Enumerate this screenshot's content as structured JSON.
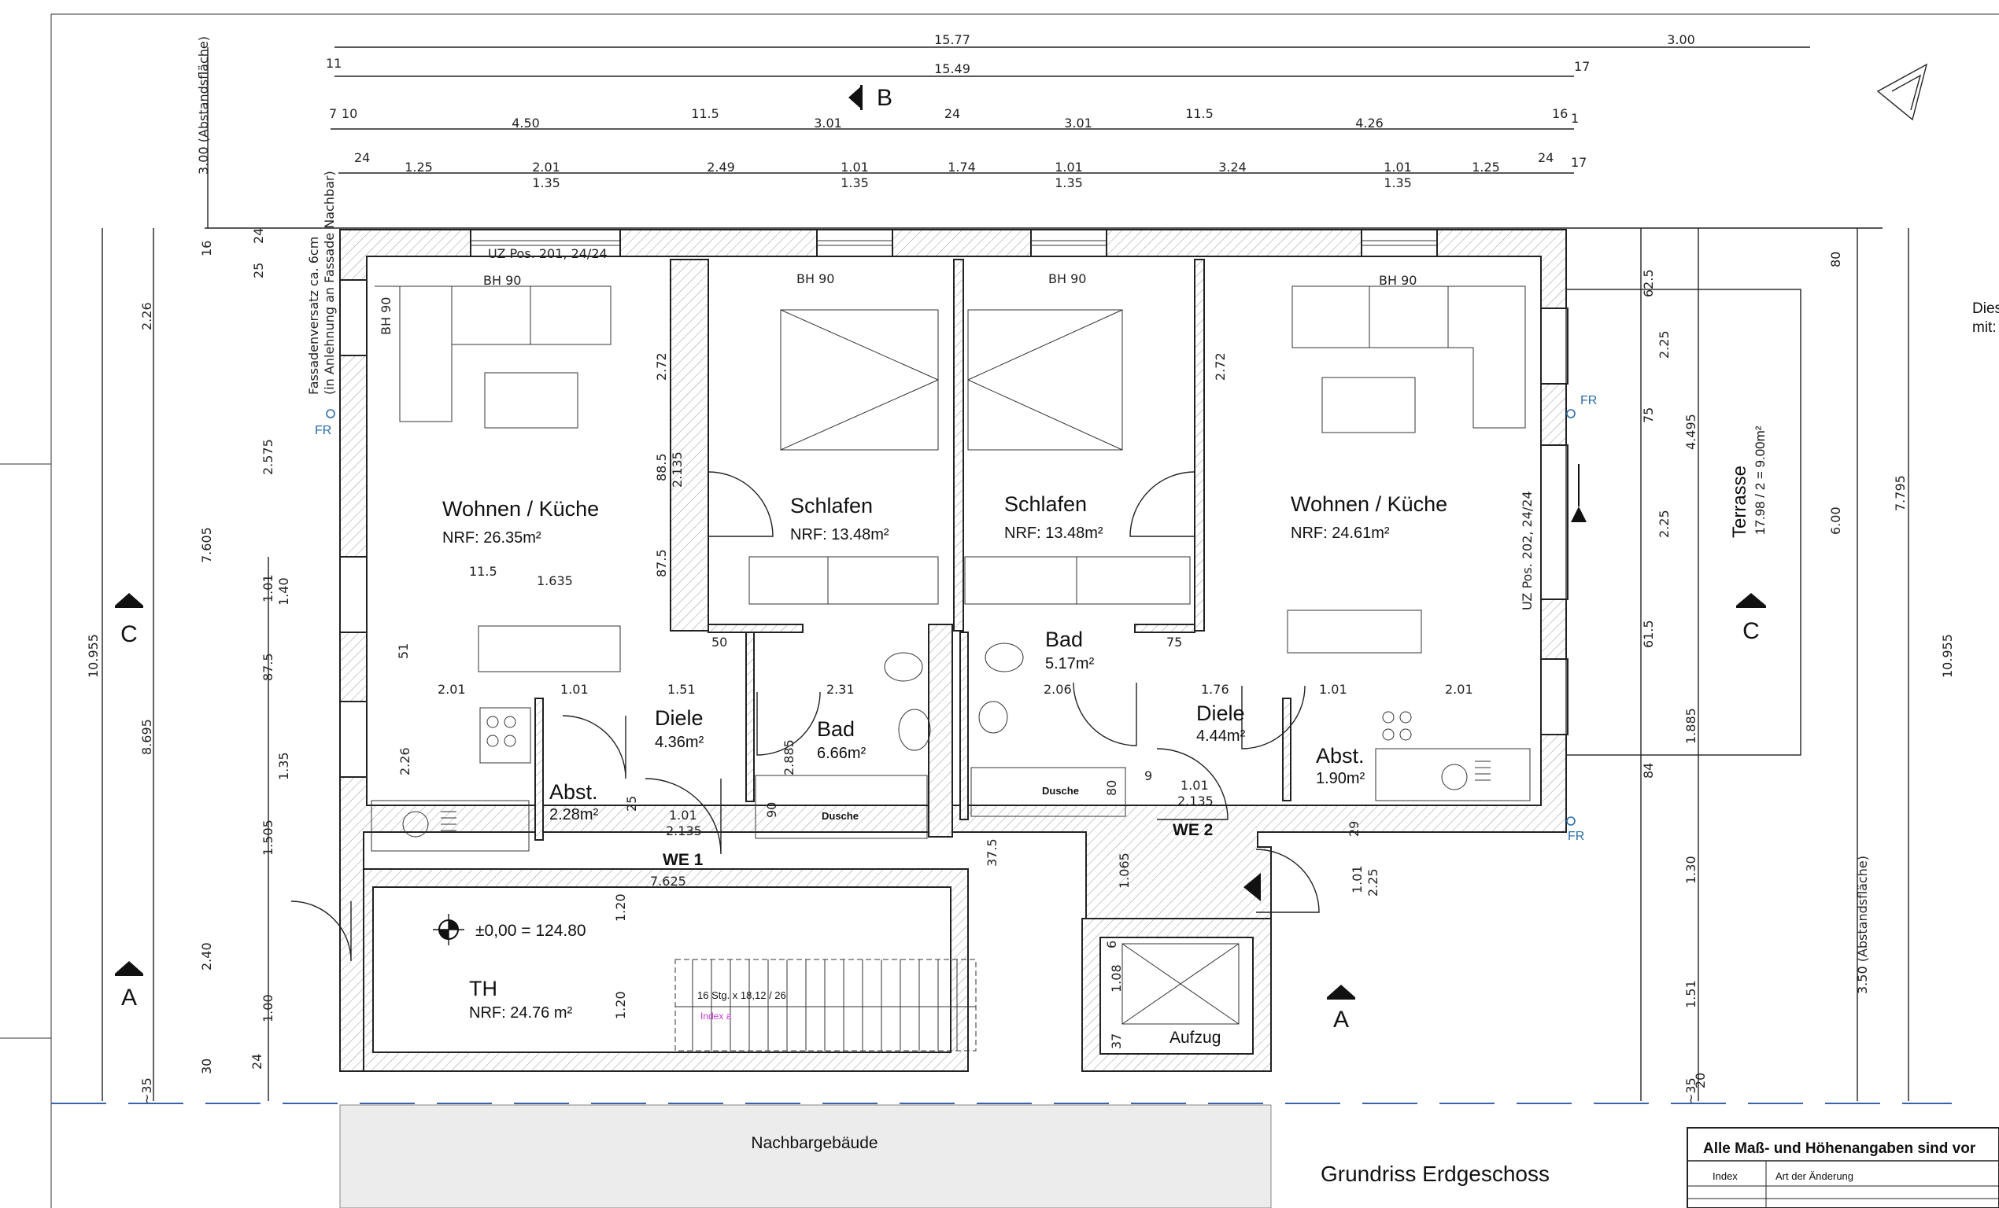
{
  "drawing": {
    "title": "Grundriss Erdgeschoss",
    "neighbor_building": "Nachbargebäude",
    "elevation_mark": "±0,00 = 124.80",
    "side_note_cut": "Dies",
    "side_note_cut2": "mit:",
    "terrace_label": "Terrasse",
    "terrace_calc": "17.98 / 2 = 9.00m²",
    "facade_note_1": "Fassadenversatz ca. 6cm",
    "facade_note_2": "(in Anlehnung an Fassade Nachbar)",
    "abstand_left": "3.00 (Abstandsfläche)",
    "abstand_right": "3.50 (Abstandsfläche)",
    "uz_top": "UZ Pos. 201, 24/24",
    "uz_right": "UZ Pos. 202, 24/24",
    "stair_note": "16 Stg. x 18,12 / 26",
    "index_mark": "Index  a",
    "shower": "Dusche",
    "lift": "Aufzug",
    "we1": "WE 1",
    "we2": "WE 2",
    "fr": "FR",
    "bh90": "BH 90"
  },
  "rooms": [
    {
      "name": "Wohnen / Küche",
      "area": "NRF: 26.35m²"
    },
    {
      "name": "Schlafen",
      "area": "NRF: 13.48m²"
    },
    {
      "name": "Schlafen",
      "area": "NRF: 13.48m²"
    },
    {
      "name": "Wohnen / Küche",
      "area": "NRF: 24.61m²"
    },
    {
      "name": "Diele",
      "area": "4.36m²"
    },
    {
      "name": "Bad",
      "area": "6.66m²"
    },
    {
      "name": "Bad",
      "area": "5.17m²"
    },
    {
      "name": "Diele",
      "area": "4.44m²"
    },
    {
      "name": "Abst.",
      "area": "2.28m²"
    },
    {
      "name": "Abst.",
      "area": "1.90m²"
    },
    {
      "name": "TH",
      "area": "NRF: 24.76 m²"
    }
  ],
  "sections": {
    "a": "A",
    "b": "B",
    "c": "C"
  },
  "dims_top1": [
    "15.77",
    "3.00"
  ],
  "dims_top2": [
    "15.49"
  ],
  "dims_top3": [
    "4.50",
    "11.5",
    "3.01",
    "24",
    "3.01",
    "11.5",
    "4.26"
  ],
  "dims_top4": [
    "1.25",
    "2.01",
    "1.35",
    "2.49",
    "1.01",
    "1.35",
    "1.74",
    "1.01",
    "1.35",
    "3.24",
    "1.01",
    "1.35",
    "1.25"
  ],
  "dims_top_small": [
    "11",
    "7",
    "10",
    "24",
    "24",
    "16",
    "1",
    "17",
    "17"
  ],
  "dims_left": [
    "2.26",
    "7.605",
    "10.955",
    "8.695",
    "2.575",
    "2.40",
    "1.01",
    "1.35",
    "1.40",
    "87.5",
    "1.505",
    "1.00",
    "30",
    "24",
    "25",
    "24",
    "16",
    "~35"
  ],
  "dims_right": [
    "4.495",
    "2.25",
    "2.25",
    "1.885",
    "1.30",
    "1.51",
    "6.00",
    "7.795",
    "10.955",
    "80",
    "75",
    "61.5",
    "84",
    "62.5",
    "~35"
  ],
  "dims_inner": [
    "2.72",
    "2.72",
    "88.5",
    "2.135",
    "87.5",
    "11.5",
    "1.635",
    "51",
    "2.01",
    "1.01",
    "1.51",
    "2.31",
    "2.06",
    "1.76",
    "1.01",
    "2.01",
    "50",
    "75",
    "2.26",
    "2.885",
    "1.01",
    "2.135",
    "1.01",
    "2.135",
    "7.625",
    "1.20",
    "1.20",
    "1.065",
    "1.08",
    "37",
    "1.01",
    "2.25",
    "37.5",
    "25",
    "90",
    "80",
    "9",
    "29",
    "6",
    "20"
  ],
  "revision_table": {
    "header": "Alle Maß- und Höhenangaben sind vor",
    "col_index": "Index",
    "col_change": "Art der Änderung"
  }
}
